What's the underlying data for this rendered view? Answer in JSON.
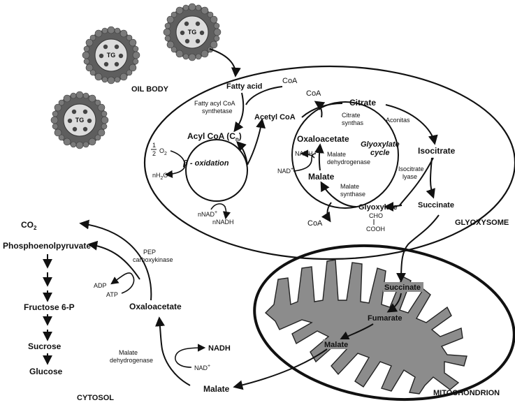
{
  "labels": {
    "oil_body": "OIL BODY",
    "glyoxysome": "GLYOXYSOME",
    "mitochondrion": "MITOCHONDRION",
    "cytosol": "CYTOSOL",
    "tg": "TG",
    "fatty_acid": "Fatty acid",
    "coa_top": "CoA",
    "fatty_acyl_enzyme_1": "Fatty acyl CoA",
    "fatty_acyl_enzyme_2": "synthetase",
    "acyl_coa": "Acyl CoA (C",
    "acyl_coa_sub": "n",
    "acyl_coa_close": ")",
    "half": "1",
    "half_den": "2",
    "o2": "O",
    "o2_sub": "2",
    "nh2o": "nH",
    "nh2o_sub": "2",
    "nh2o_o": "O",
    "beta_ox": "β - oxidation",
    "nnad": "nNAD",
    "nnad_sup": "+",
    "nnadh": "nNADH",
    "acetyl_coa": "Acetyl CoA",
    "coa_cycle_top": "CoA",
    "citrate": "Citrate",
    "citrate_synthase_1": "Citrate",
    "citrate_synthase_2": "synthas",
    "aconitase": "Aconitas",
    "isocitrate": "Isocitrate",
    "isocitrate_lyase_1": "Isocitrate",
    "isocitrate_lyase_2": "lyase",
    "succinate_glyox": "Succinate",
    "glyoxylate": "Glyoxylate",
    "cho": "CHO",
    "cooh": "COOH",
    "malate_synthase_1": "Malate",
    "malate_synthase_2": "synthase",
    "coa_bottom": "CoA",
    "malate_glyox": "Malate",
    "oxaloacetate_glyox": "Oxaloacetate",
    "nadh_glyox": "NADH",
    "nad_glyox": "NAD",
    "nad_glyox_sup": "+",
    "malate_dh_glyox_1": "Malate",
    "malate_dh_glyox_2": "dehydrogenase",
    "glyoxylate_cycle_1": "Glyoxylate",
    "glyoxylate_cycle_2": "cycle",
    "succinate_mito": "Succinate",
    "fumarate": "Fumarate",
    "malate_mito": "Malate",
    "co2": "CO",
    "co2_sub": "2",
    "pep": "Phosphoenolpyruvate",
    "pep_ck_1": "PEP",
    "pep_ck_2": "carboxykinase",
    "adp": "ADP",
    "atp": "ATP",
    "oxaloacetate_cyto": "Oxaloacetate",
    "fructose": "Fructose 6-P",
    "sucrose": "Sucrose",
    "glucose": "Glucose",
    "nadh_cyto": "NADH",
    "nad_cyto": "NAD",
    "nad_cyto_sup": "+",
    "malate_dh_cyto_1": "Malate",
    "malate_dh_cyto_2": "dehydrogenase",
    "malate_cyto": "Malate"
  },
  "colors": {
    "ink": "#111111",
    "mito_fill": "#8c8c8c",
    "oil_outer": "#6a6a6a",
    "oil_inner": "#d9d9d9"
  }
}
